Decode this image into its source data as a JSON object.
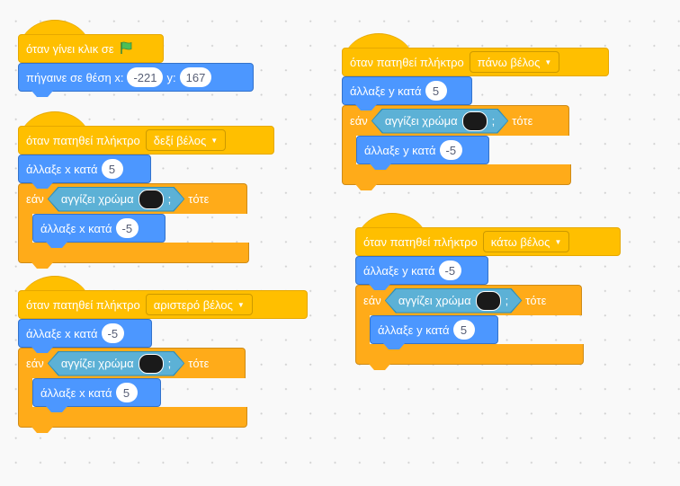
{
  "canvas": {
    "background": "#F9F9F9"
  },
  "colors": {
    "events": "#FFBF00",
    "motion": "#4C97FF",
    "control": "#FFAB19",
    "sensing": "#5CB1D6",
    "swatch": "#1a1a1a"
  },
  "scripts": [
    {
      "hat": {
        "label": "όταν γίνει κλικ σε",
        "icon": "green-flag-icon"
      },
      "goto": {
        "label": "πήγαινε σε θέση x:",
        "x_value": "-221",
        "y_label": "y:",
        "y_value": "167"
      }
    },
    {
      "hat": {
        "label": "όταν πατηθεί πλήκτρο",
        "key": "δεξί βέλος"
      },
      "change": {
        "label": "άλλαξε x κατά",
        "value": "5"
      },
      "if": {
        "if_label": "εάν",
        "condition": "αγγίζει χρώμα",
        "q": ";",
        "then_label": "τότε",
        "inner_label": "άλλαξε x κατά",
        "inner_value": "-5"
      }
    },
    {
      "hat": {
        "label": "όταν πατηθεί πλήκτρο",
        "key": "αριστερό βέλος"
      },
      "change": {
        "label": "άλλαξε x κατά",
        "value": "-5"
      },
      "if": {
        "if_label": "εάν",
        "condition": "αγγίζει χρώμα",
        "q": ";",
        "then_label": "τότε",
        "inner_label": "άλλαξε x κατά",
        "inner_value": "5"
      }
    },
    {
      "hat": {
        "label": "όταν πατηθεί πλήκτρο",
        "key": "πάνω βέλος"
      },
      "change": {
        "label": "άλλαξε y κατά",
        "value": "5"
      },
      "if": {
        "if_label": "εάν",
        "condition": "αγγίζει χρώμα",
        "q": ";",
        "then_label": "τότε",
        "inner_label": "άλλαξε y κατά",
        "inner_value": "-5"
      }
    },
    {
      "hat": {
        "label": "όταν πατηθεί πλήκτρο",
        "key": "κάτω βέλος"
      },
      "change": {
        "label": "άλλαξε y κατά",
        "value": "-5"
      },
      "if": {
        "if_label": "εάν",
        "condition": "αγγίζει χρώμα",
        "q": ";",
        "then_label": "τότε",
        "inner_label": "άλλαξε y κατά",
        "inner_value": "5"
      }
    }
  ]
}
